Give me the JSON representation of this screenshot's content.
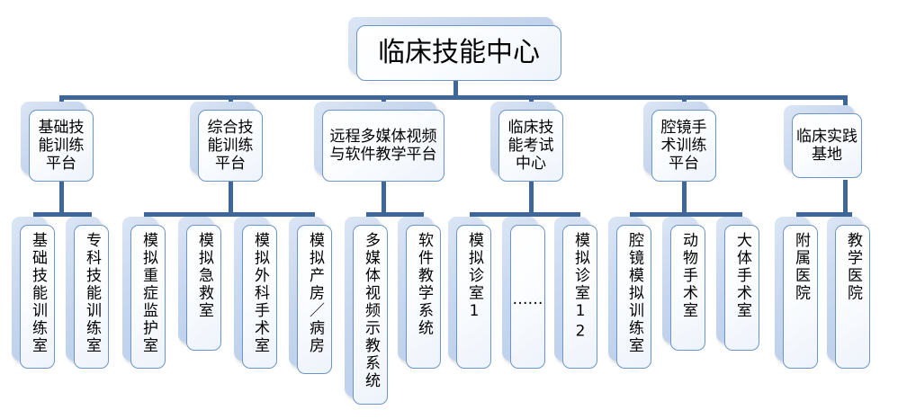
{
  "diagram": {
    "type": "organization-chart",
    "title": "临床技能中心",
    "accent_color": "#3f6699",
    "node_border_color": "#6c96c8",
    "node_fill_color": "#f4f8fd",
    "backing_color": "#c6d6ee",
    "root": {
      "label": "临床技能中心"
    },
    "branches": [
      {
        "label": "基础技能训练平台",
        "children": [
          {
            "label": "基础技能训练室"
          },
          {
            "label": "专科技能训练室"
          }
        ]
      },
      {
        "label": "综合技能训练平台",
        "children": [
          {
            "label": "模拟重症监护室"
          },
          {
            "label": "模拟急救室"
          },
          {
            "label": "模拟外科手术室"
          },
          {
            "label": "模拟产房／病房"
          }
        ]
      },
      {
        "label": "远程多媒体视频与软件教学平台",
        "children": [
          {
            "label": "多媒体视频示教系统"
          },
          {
            "label": "软件教学系统"
          }
        ]
      },
      {
        "label": "临床技能考试中心",
        "children": [
          {
            "label": "模拟诊室1"
          },
          {
            "label": "……"
          },
          {
            "label": "模拟诊室12"
          }
        ]
      },
      {
        "label": "腔镜手术训练平台",
        "children": [
          {
            "label": "腔镜模拟训练室"
          },
          {
            "label": "动物手术室"
          },
          {
            "label": "大体手术室"
          }
        ]
      },
      {
        "label": "临床实践基地",
        "children": [
          {
            "label": "附属医院"
          },
          {
            "label": "教学医院"
          }
        ]
      }
    ]
  }
}
